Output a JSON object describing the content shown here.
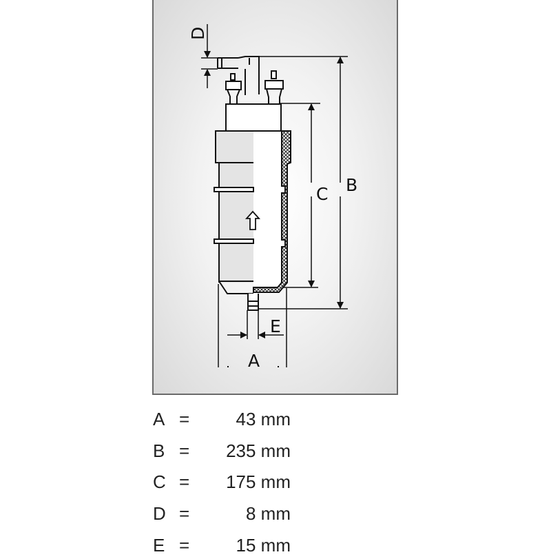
{
  "diagram": {
    "labels": {
      "A": "A",
      "B": "B",
      "C": "C",
      "D": "D",
      "E": "E"
    },
    "colors": {
      "line": "#111111",
      "panel_edge": "#d9d9d9",
      "shade": "#e4e4e4"
    }
  },
  "dimensions": [
    {
      "key": "A",
      "eq": "=",
      "value": "43 mm"
    },
    {
      "key": "B",
      "eq": "=",
      "value": "235 mm"
    },
    {
      "key": "C",
      "eq": "=",
      "value": "175 mm"
    },
    {
      "key": "D",
      "eq": "=",
      "value": "8 mm"
    },
    {
      "key": "E",
      "eq": "=",
      "value": "15 mm"
    }
  ]
}
